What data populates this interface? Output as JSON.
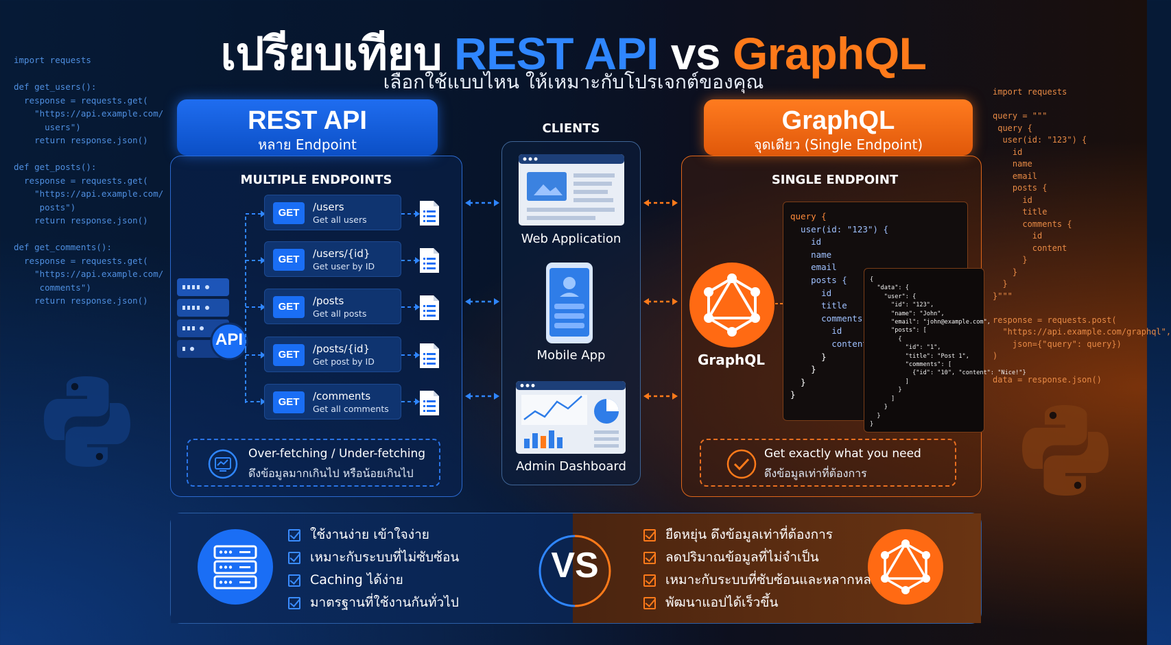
{
  "title": {
    "prefix": "เปรียบเทียบ ",
    "rest": "REST API",
    "vs": " vs ",
    "gql": "GraphQL"
  },
  "subtitle": "เลือกใช้แบบไหน ให้เหมาะกับโปรเจกต์ของคุณ",
  "left_code": "import requests\n\ndef get_users():\n  response = requests.get(\n    \"https://api.example.com/\n      users\")\n    return response.json()\n\ndef get_posts():\n  response = requests.get(\n    \"https://api.example.com/\n     posts\")\n    return response.json()\n\ndef get_comments():\n  response = requests.get(\n    \"https://api.example.com/\n     comments\")\n    return response.json()",
  "right_code": "import requests\n\nquery = \"\"\"\n query {\n  user(id: \"123\") {\n    id\n    name\n    email\n    posts {\n      id\n      title\n      comments {\n        id\n        content\n      }\n    }\n  }\n}\"\"\"\n\nresponse = requests.post(\n  \"https://api.example.com/graphql\",\n    json={\"query\": query})\n)\n\ndata = response.json()",
  "rest": {
    "header": "REST API",
    "subheader": "หลาย Endpoint",
    "panel_title": "MULTIPLE ENDPOINTS",
    "api_label": "API",
    "endpoints": [
      {
        "method": "GET",
        "path": "/users",
        "desc": "Get all users"
      },
      {
        "method": "GET",
        "path": "/users/{id}",
        "desc": "Get user by ID"
      },
      {
        "method": "GET",
        "path": "/posts",
        "desc": "Get all posts"
      },
      {
        "method": "GET",
        "path": "/posts/{id}",
        "desc": "Get post by ID"
      },
      {
        "method": "GET",
        "path": "/comments",
        "desc": "Get all comments"
      }
    ],
    "note_title": "Over-fetching / Under-fetching",
    "note_sub": "ดึงข้อมูลมากเกินไป หรือน้อยเกินไป",
    "pros": [
      "ใช้งานง่าย เข้าใจง่าย",
      "เหมาะกับระบบที่ไม่ซับซ้อน",
      "Caching ได้ง่าย",
      "มาตรฐานที่ใช้งานกันทั่วไป"
    ]
  },
  "clients": {
    "title": "CLIENTS",
    "items": [
      "Web Application",
      "Mobile App",
      "Admin Dashboard"
    ]
  },
  "gql": {
    "header": "GraphQL",
    "subheader": "จุดเดียว (Single Endpoint)",
    "panel_title": "SINGLE ENDPOINT",
    "logo_label": "GraphQL",
    "query_code_lines": [
      "query {",
      "  user(id: \"123\") {",
      "    id",
      "    name",
      "    email",
      "    posts {",
      "      id",
      "      title",
      "      comments {",
      "        id",
      "        content",
      "      }",
      "    }",
      "  }",
      "}"
    ],
    "response_code_lines": [
      "{",
      "  \"data\": {",
      "    \"user\": {",
      "      \"id\": \"123\",",
      "      \"name\": \"John\",",
      "      \"email\": \"john@example.com\",",
      "      \"posts\": [",
      "        {",
      "          \"id\": \"1\",",
      "          \"title\": \"Post 1\",",
      "          \"comments\": [",
      "            {\"id\": \"10\", \"content\": \"Nice!\"}",
      "          ]",
      "        }",
      "      ]",
      "    }",
      "  }",
      "}"
    ],
    "note_title": "Get exactly what you need",
    "note_sub": "ดึงข้อมูลเท่าที่ต้องการ",
    "pros": [
      "ยืดหยุ่น ดึงข้อมูลเท่าที่ต้องการ",
      "ลดปริมาณข้อมูลที่ไม่จำเป็น",
      "เหมาะกับระบบที่ซับซ้อนและหลากหลาย",
      "พัฒนาแอปได้เร็วขึ้น"
    ]
  },
  "vs_label": "VS",
  "colors": {
    "rest_blue": "#1a6ef5",
    "gql_orange": "#ff7a1a",
    "bg_dark": "#07142a"
  },
  "icons": [
    "server-stack-icon",
    "document-icon",
    "browser-window-icon",
    "smartphone-icon",
    "dashboard-icon",
    "graphql-logo-icon",
    "warning-chart-icon",
    "check-circle-icon",
    "checkbox-icon",
    "python-logo-icon",
    "double-arrow-icon"
  ]
}
